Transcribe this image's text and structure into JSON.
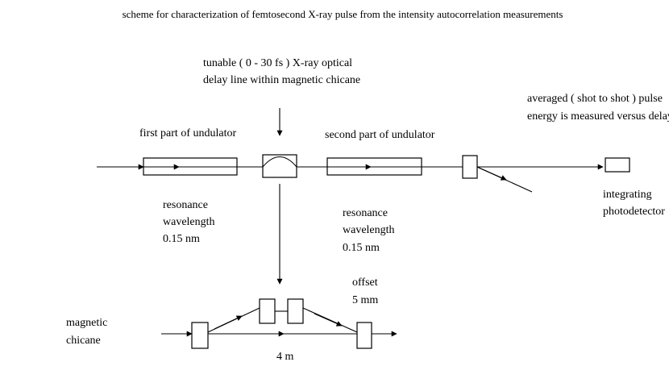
{
  "title": "scheme for characterization of femtosecond X-ray pulse from the intensity autocorrelation measurements",
  "labels": {
    "delay_line_1": "tunable ( 0 - 30 fs ) X-ray optical",
    "delay_line_2": "delay line within magnetic chicane",
    "first_undulator": "first part of undulator",
    "second_undulator": "second part of undulator",
    "pulse_energy_1": "averaged ( shot to shot ) pulse",
    "pulse_energy_2": "energy is measured versus delay",
    "resonance_1_line1": "resonance",
    "resonance_1_line2": "wavelength",
    "resonance_1_line3": "0.15 nm",
    "resonance_2_line1": "resonance",
    "resonance_2_line2": "wavelength",
    "resonance_2_line3": "0.15 nm",
    "detector_line1": "integrating",
    "detector_line2": "photodetector",
    "chicane_line1": "magnetic",
    "chicane_line2": "chicane",
    "offset_line1": "offset",
    "offset_line2": "5 mm",
    "distance": "4 m"
  }
}
